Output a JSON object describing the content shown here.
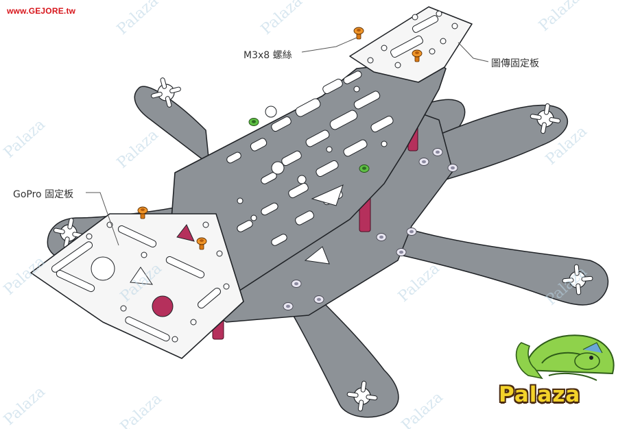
{
  "header": {
    "site_url": "www.GEJORE.tw"
  },
  "callouts": {
    "screw_label": "M3x8 螺絲",
    "vtx_mount_label": "圖傳固定板",
    "gopro_mount_label": "GoPro 固定板"
  },
  "watermark": {
    "text": "Palaza"
  },
  "logo": {
    "brand_text": "Palaza"
  },
  "colors": {
    "frame_fill": "#8d9297",
    "frame_stroke": "#1f2226",
    "plate_fill": "#f6f6f6",
    "standoff": "#b5305c",
    "screw_orange": "#ec8c22",
    "nut_green": "#5fbf45",
    "url_red": "#d7141a"
  }
}
